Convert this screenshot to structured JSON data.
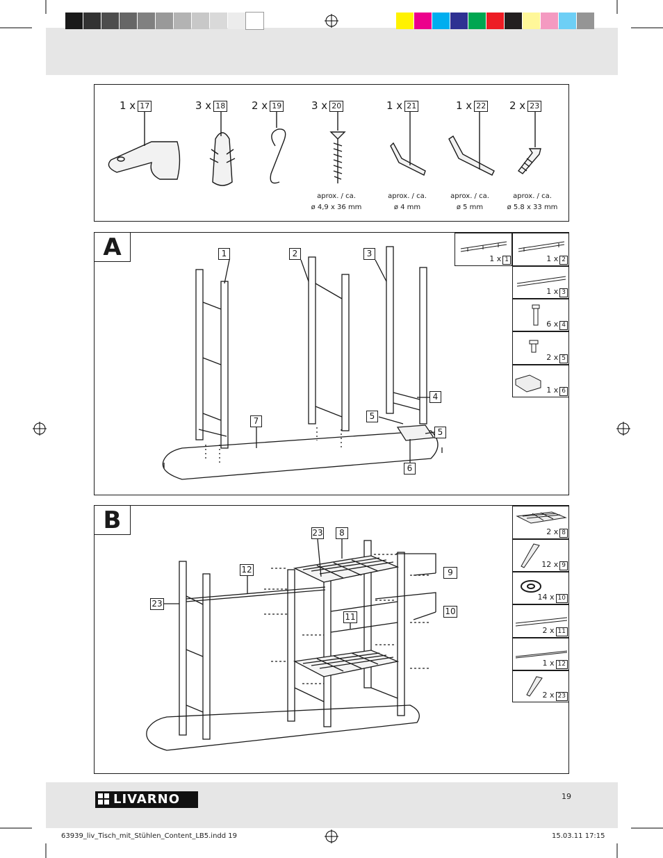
{
  "colors": {
    "grayscale": [
      "#1a1a1a",
      "#333333",
      "#4d4d4d",
      "#666666",
      "#808080",
      "#999999",
      "#b3b3b3",
      "#c8c8c8",
      "#d9d9d9",
      "#ececec",
      "#ffffff"
    ],
    "process": [
      "#fff200",
      "#ec008c",
      "#00aeef",
      "#2e3192",
      "#00a651",
      "#ed1c24",
      "#231f20",
      "#fff799",
      "#f49ac1",
      "#6dcff6",
      "#959595"
    ]
  },
  "parts": [
    {
      "qty": "1 x",
      "num": "17"
    },
    {
      "qty": "3 x",
      "num": "18"
    },
    {
      "qty": "2 x",
      "num": "19"
    },
    {
      "qty": "3 x",
      "num": "20",
      "cap1": "aprox. / ca.",
      "cap2": "ø 4,9 x 36 mm"
    },
    {
      "qty": "1 x",
      "num": "21",
      "cap1": "aprox. / ca.",
      "cap2": "ø 4 mm"
    },
    {
      "qty": "1 x",
      "num": "22",
      "cap1": "aprox. / ca.",
      "cap2": "ø 5 mm"
    },
    {
      "qty": "2 x",
      "num": "23",
      "cap1": "aprox. / ca.",
      "cap2": "ø 5.8 x 33 mm"
    }
  ],
  "stepA": {
    "letter": "A",
    "callouts": [
      "1",
      "2",
      "3",
      "4",
      "5",
      "5",
      "6",
      "7"
    ],
    "side": [
      {
        "qty": "1 x",
        "num": "1"
      },
      {
        "qty": "1 x",
        "num": "2"
      },
      {
        "qty": "1 x",
        "num": "3"
      },
      {
        "qty": "6 x",
        "num": "4"
      },
      {
        "qty": "2 x",
        "num": "5"
      },
      {
        "qty": "1 x",
        "num": "6"
      }
    ]
  },
  "stepB": {
    "letter": "B",
    "callouts": [
      "23",
      "8",
      "12",
      "9",
      "23",
      "10",
      "11"
    ],
    "side": [
      {
        "qty": "2 x",
        "num": "8"
      },
      {
        "qty": "12 x",
        "num": "9"
      },
      {
        "qty": "14 x",
        "num": "10"
      },
      {
        "qty": "2 x",
        "num": "11"
      },
      {
        "qty": "1 x",
        "num": "12"
      },
      {
        "qty": "2 x",
        "num": "23"
      }
    ]
  },
  "footer": {
    "brand": "LIVARNO",
    "page": "19",
    "file": "63939_liv_Tisch_mit_Stühlen_Content_LB5.indd   19",
    "date": "15.03.11   17:15"
  }
}
